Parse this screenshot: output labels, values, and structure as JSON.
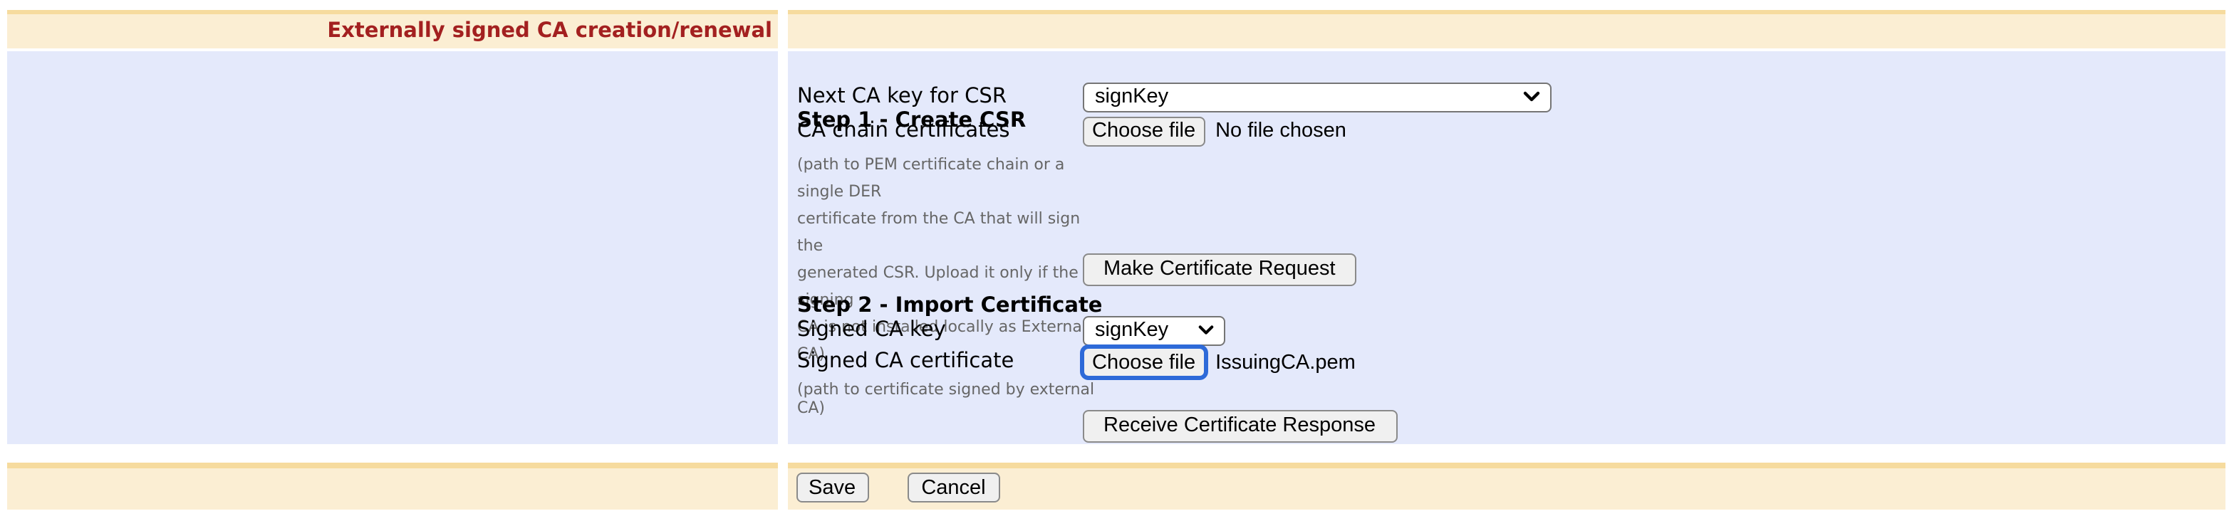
{
  "header": {
    "title": "Externally signed CA creation/renewal"
  },
  "main": {
    "step1": {
      "heading": "Step 1 - Create CSR",
      "next_ca_key_label": "Next CA key for CSR",
      "next_ca_key_value": "signKey",
      "ca_chain_label": "CA chain certificates",
      "choose_file_label": "Choose file",
      "ca_chain_file_status": "No file chosen",
      "help_text": "(path to PEM certificate chain or a single DER\ncertificate from the CA that will sign the\ngenerated CSR. Upload it only if the signing\nCA is not installed locally as External CA)",
      "make_request_button": "Make Certificate Request"
    },
    "step2": {
      "heading": "Step 2 - Import Certificate",
      "signed_key_label": "Signed CA key",
      "signed_key_value": "signKey",
      "signed_cert_label": "Signed CA certificate",
      "choose_file_label": "Choose file",
      "signed_cert_file_name": "IssuingCA.pem",
      "help_text": "(path to certificate signed by external CA)",
      "receive_button": "Receive Certificate Response"
    }
  },
  "footer": {
    "save_label": "Save",
    "cancel_label": "Cancel"
  },
  "colors": {
    "header_bg": "#FBEED3",
    "header_strip": "#F6DB9E",
    "main_bg": "#E4E9FB",
    "title_red": "#A32020",
    "focus_blue": "#2E6AD8"
  }
}
